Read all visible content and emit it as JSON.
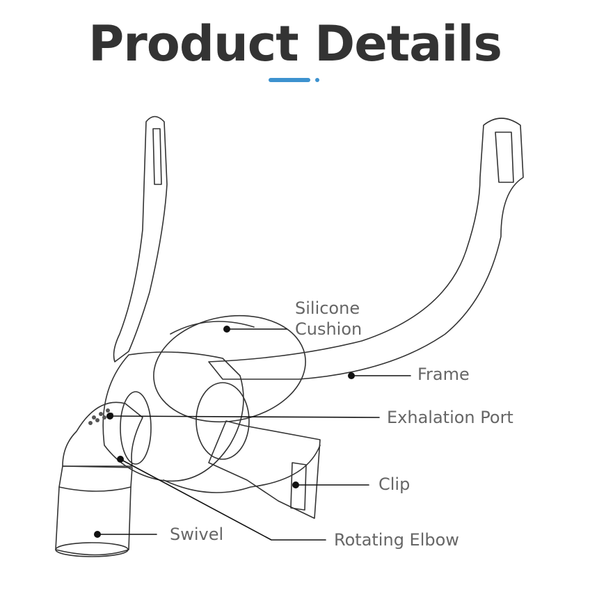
{
  "title": "Product Details",
  "accent_color": "#3d92cf",
  "labels": {
    "silicone_cushion_1": "Silicone",
    "silicone_cushion_2": "Cushion",
    "frame": "Frame",
    "exhalation_port": "Exhalation Port",
    "clip": "Clip",
    "swivel": "Swivel",
    "rotating_elbow": "Rotating Elbow"
  }
}
